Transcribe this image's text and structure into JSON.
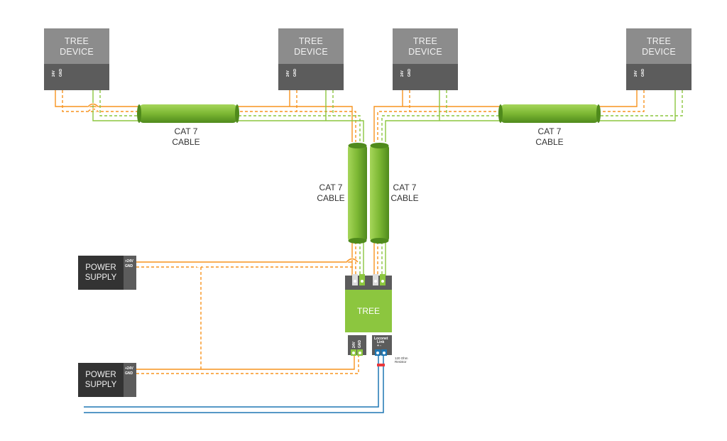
{
  "devices": [
    {
      "line1": "TREE",
      "line2": "DEVICE",
      "pin_24v": "24V",
      "pin_gnd": "GND"
    },
    {
      "line1": "TREE",
      "line2": "DEVICE",
      "pin_24v": "24V",
      "pin_gnd": "GND"
    },
    {
      "line1": "TREE",
      "line2": "DEVICE",
      "pin_24v": "24V",
      "pin_gnd": "GND"
    },
    {
      "line1": "TREE",
      "line2": "DEVICE",
      "pin_24v": "24V",
      "pin_gnd": "GND"
    }
  ],
  "cables": [
    {
      "line1": "CAT 7",
      "line2": "CABLE"
    },
    {
      "line1": "CAT 7",
      "line2": "CABLE"
    },
    {
      "line1": "CAT 7",
      "line2": "CABLE"
    },
    {
      "line1": "CAT 7",
      "line2": "CABLE"
    }
  ],
  "power_supplies": [
    {
      "line1": "POWER",
      "line2": "SUPPLY",
      "pin_24v": "+24V",
      "pin_gnd": "GND"
    },
    {
      "line1": "POWER",
      "line2": "SUPPLY",
      "pin_24v": "+24V",
      "pin_gnd": "GND"
    }
  ],
  "tree": {
    "label": "TREE",
    "pin_24v": "24V",
    "pin_gnd": "GND",
    "loconet_line1": "Loconet",
    "loconet_line2": "Link",
    "loconet_line3": "+  -",
    "resistor_line1": "120 Ohm",
    "resistor_line2": "Resistor"
  },
  "colors": {
    "cable_green": "#8cc63f",
    "power_orange": "#f7931e",
    "gnd_dashed": "#f7931e",
    "data_green": "#8cc63f",
    "loconet_blue": "#1f77b4",
    "device_grey": "#8c8c8c",
    "terminal_grey": "#5c5c5c",
    "psu_dark": "#333333",
    "resistor_red": "#e8373b"
  }
}
